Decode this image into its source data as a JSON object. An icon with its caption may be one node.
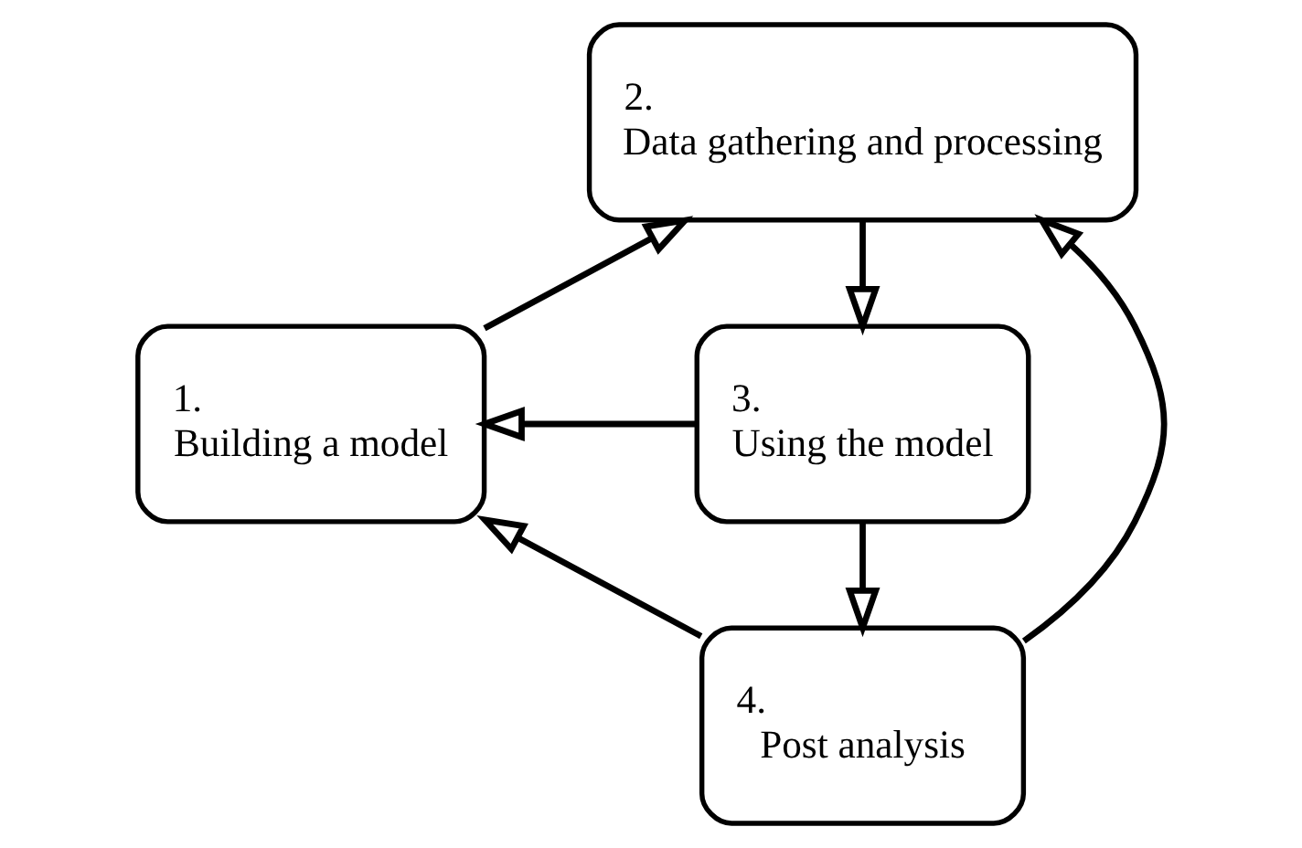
{
  "diagram": {
    "nodes": [
      {
        "text": [
          "1.",
          "Building a model"
        ]
      },
      {
        "text": [
          "2.",
          "Data gathering and processing"
        ]
      },
      {
        "text": [
          "3.",
          "Using the model"
        ]
      },
      {
        "text": [
          "4.",
          "Post analysis"
        ]
      }
    ],
    "edges": [
      {
        "from": 0,
        "to": 1,
        "arrow": "to"
      },
      {
        "from": 1,
        "to": 2,
        "arrow": "to"
      },
      {
        "from": 2,
        "to": 3,
        "arrow": "to"
      },
      {
        "from": 3,
        "to": 0,
        "arrow": "to"
      },
      {
        "from": 2,
        "to": 0,
        "arrow": "to"
      },
      {
        "from": 3,
        "to": 1,
        "arrow": "to"
      }
    ]
  }
}
